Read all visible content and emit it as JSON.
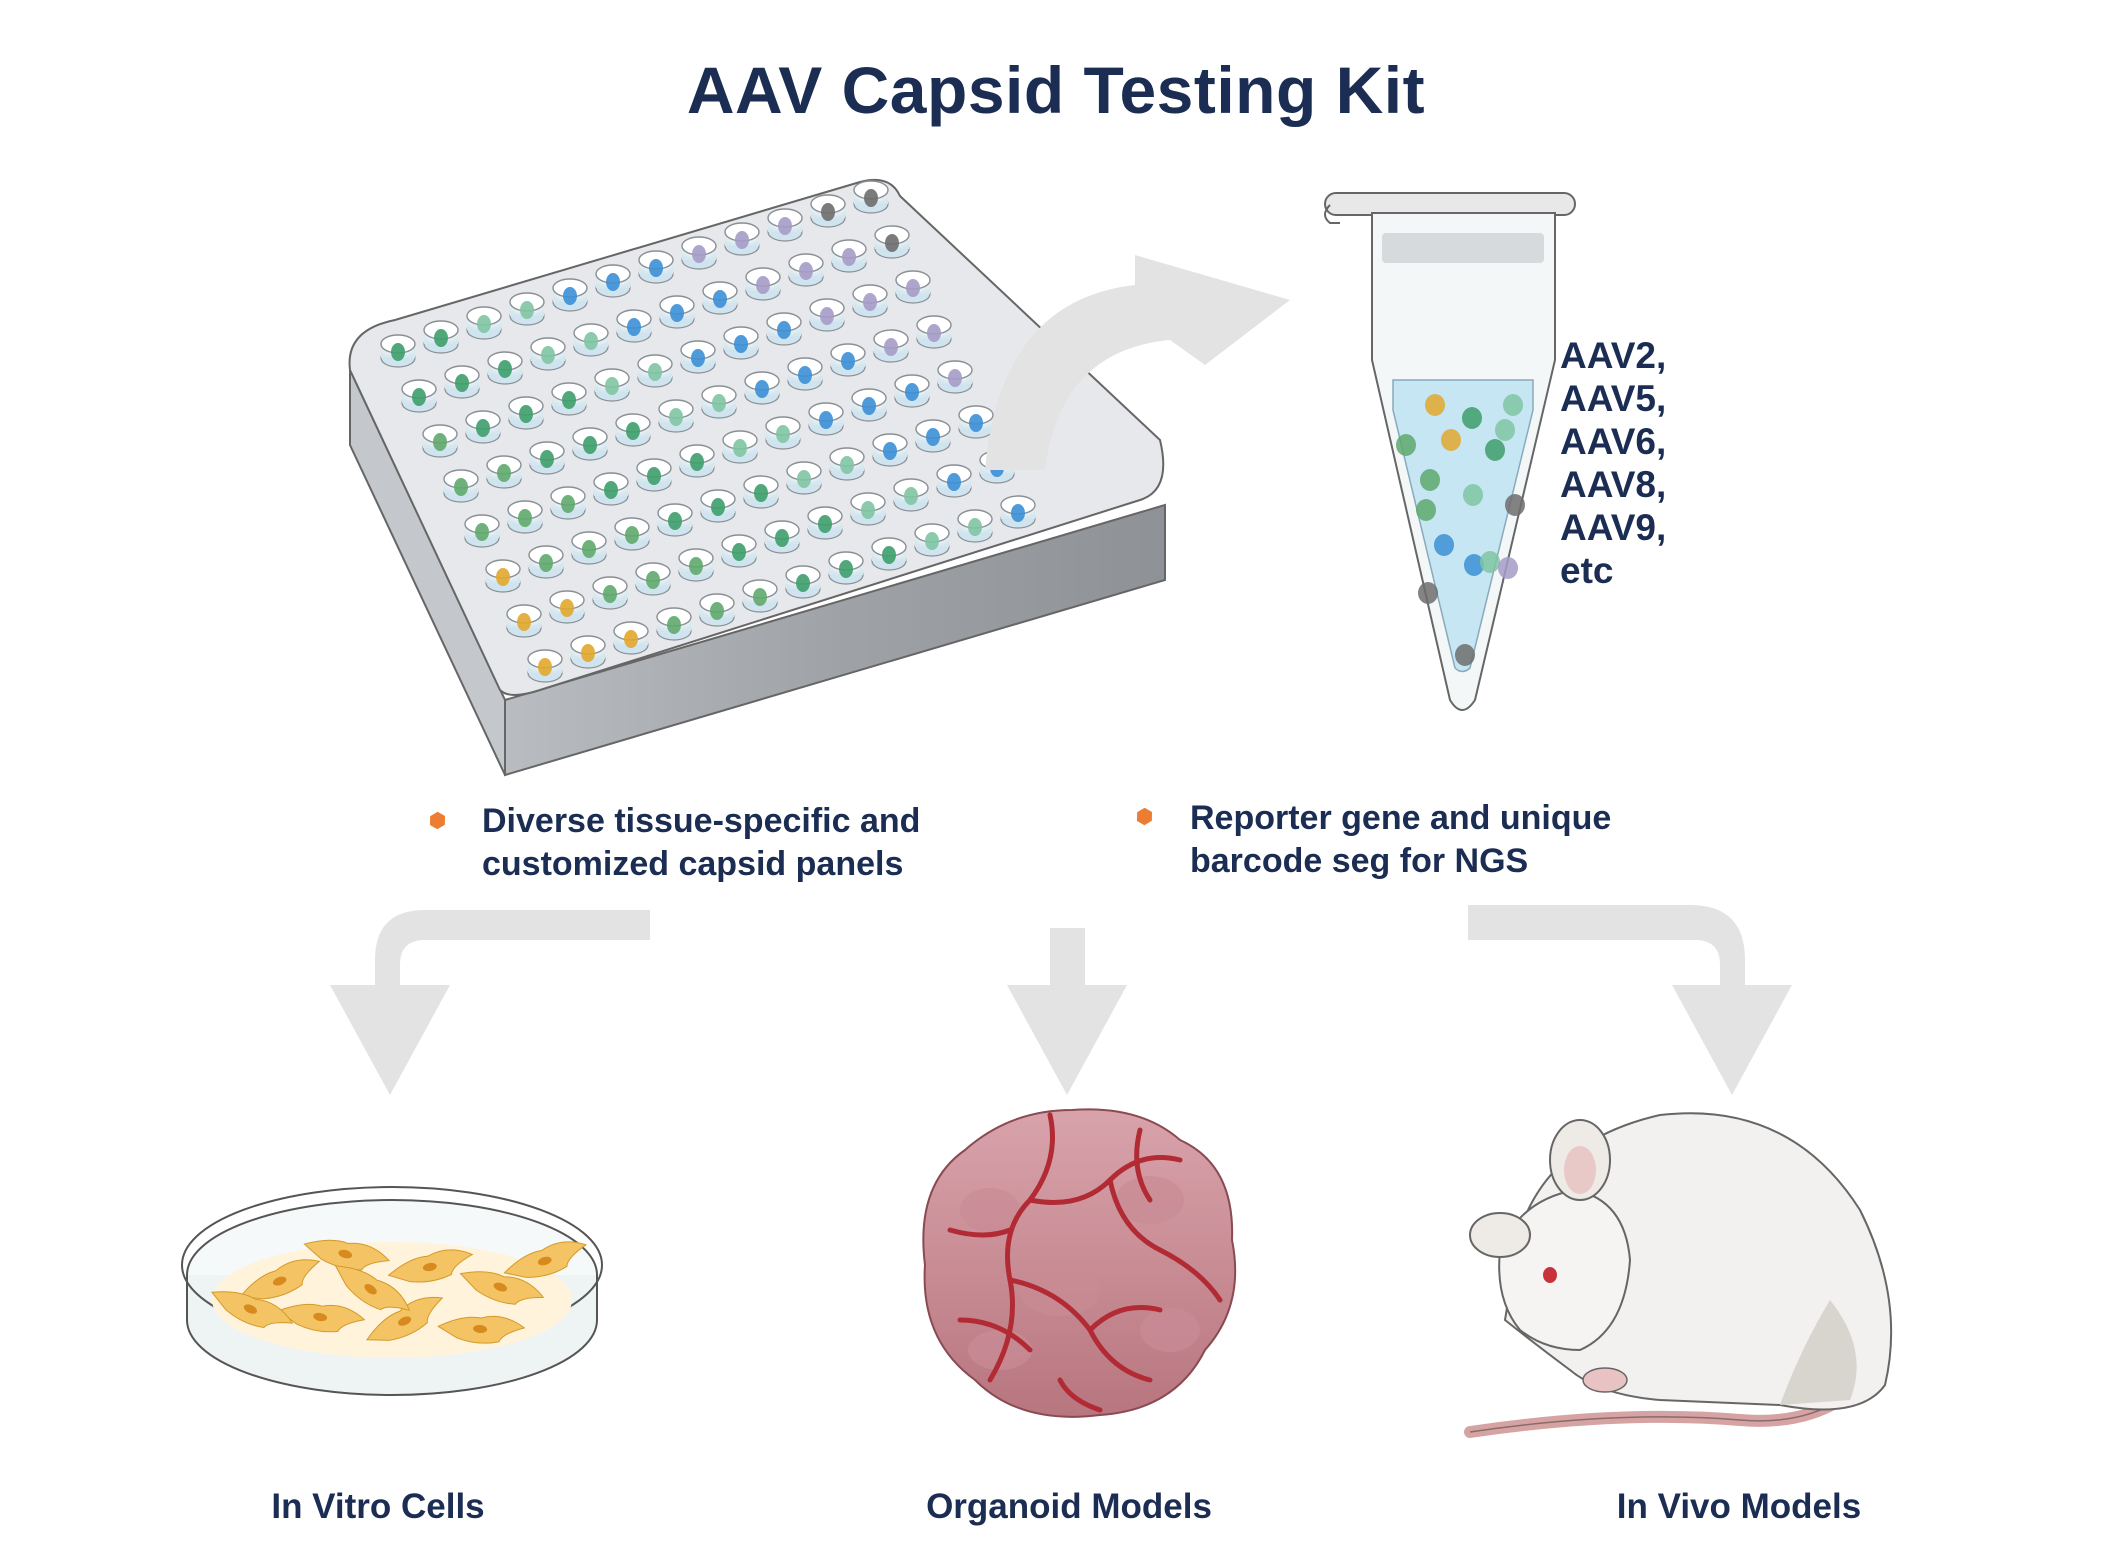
{
  "title": "AAV Capsid Testing Kit",
  "serotypes": [
    "AAV2,",
    "AAV5,",
    "AAV6,",
    "AAV8,",
    "AAV9,",
    "etc"
  ],
  "features": [
    {
      "lines": [
        "Diverse tissue-specific and",
        "customized capsid panels"
      ]
    },
    {
      "lines": [
        "Reporter gene and unique",
        "barcode seg for NGS"
      ]
    }
  ],
  "models": [
    {
      "label": "In Vitro Cells",
      "icon": "petri-dish-icon"
    },
    {
      "label": "Organoid Models",
      "icon": "organoid-icon"
    },
    {
      "label": "In Vivo Models",
      "icon": "mouse-icon"
    }
  ],
  "colors": {
    "text": "#1b2d52",
    "bullet": "#ec7d32",
    "arrow": "#e3e3e3",
    "well_palette": [
      "#e1a72e",
      "#5fa86d",
      "#3d9e6c",
      "#7fc4a3",
      "#3b8fd6",
      "#a59bc7",
      "#6d6d6d"
    ]
  }
}
